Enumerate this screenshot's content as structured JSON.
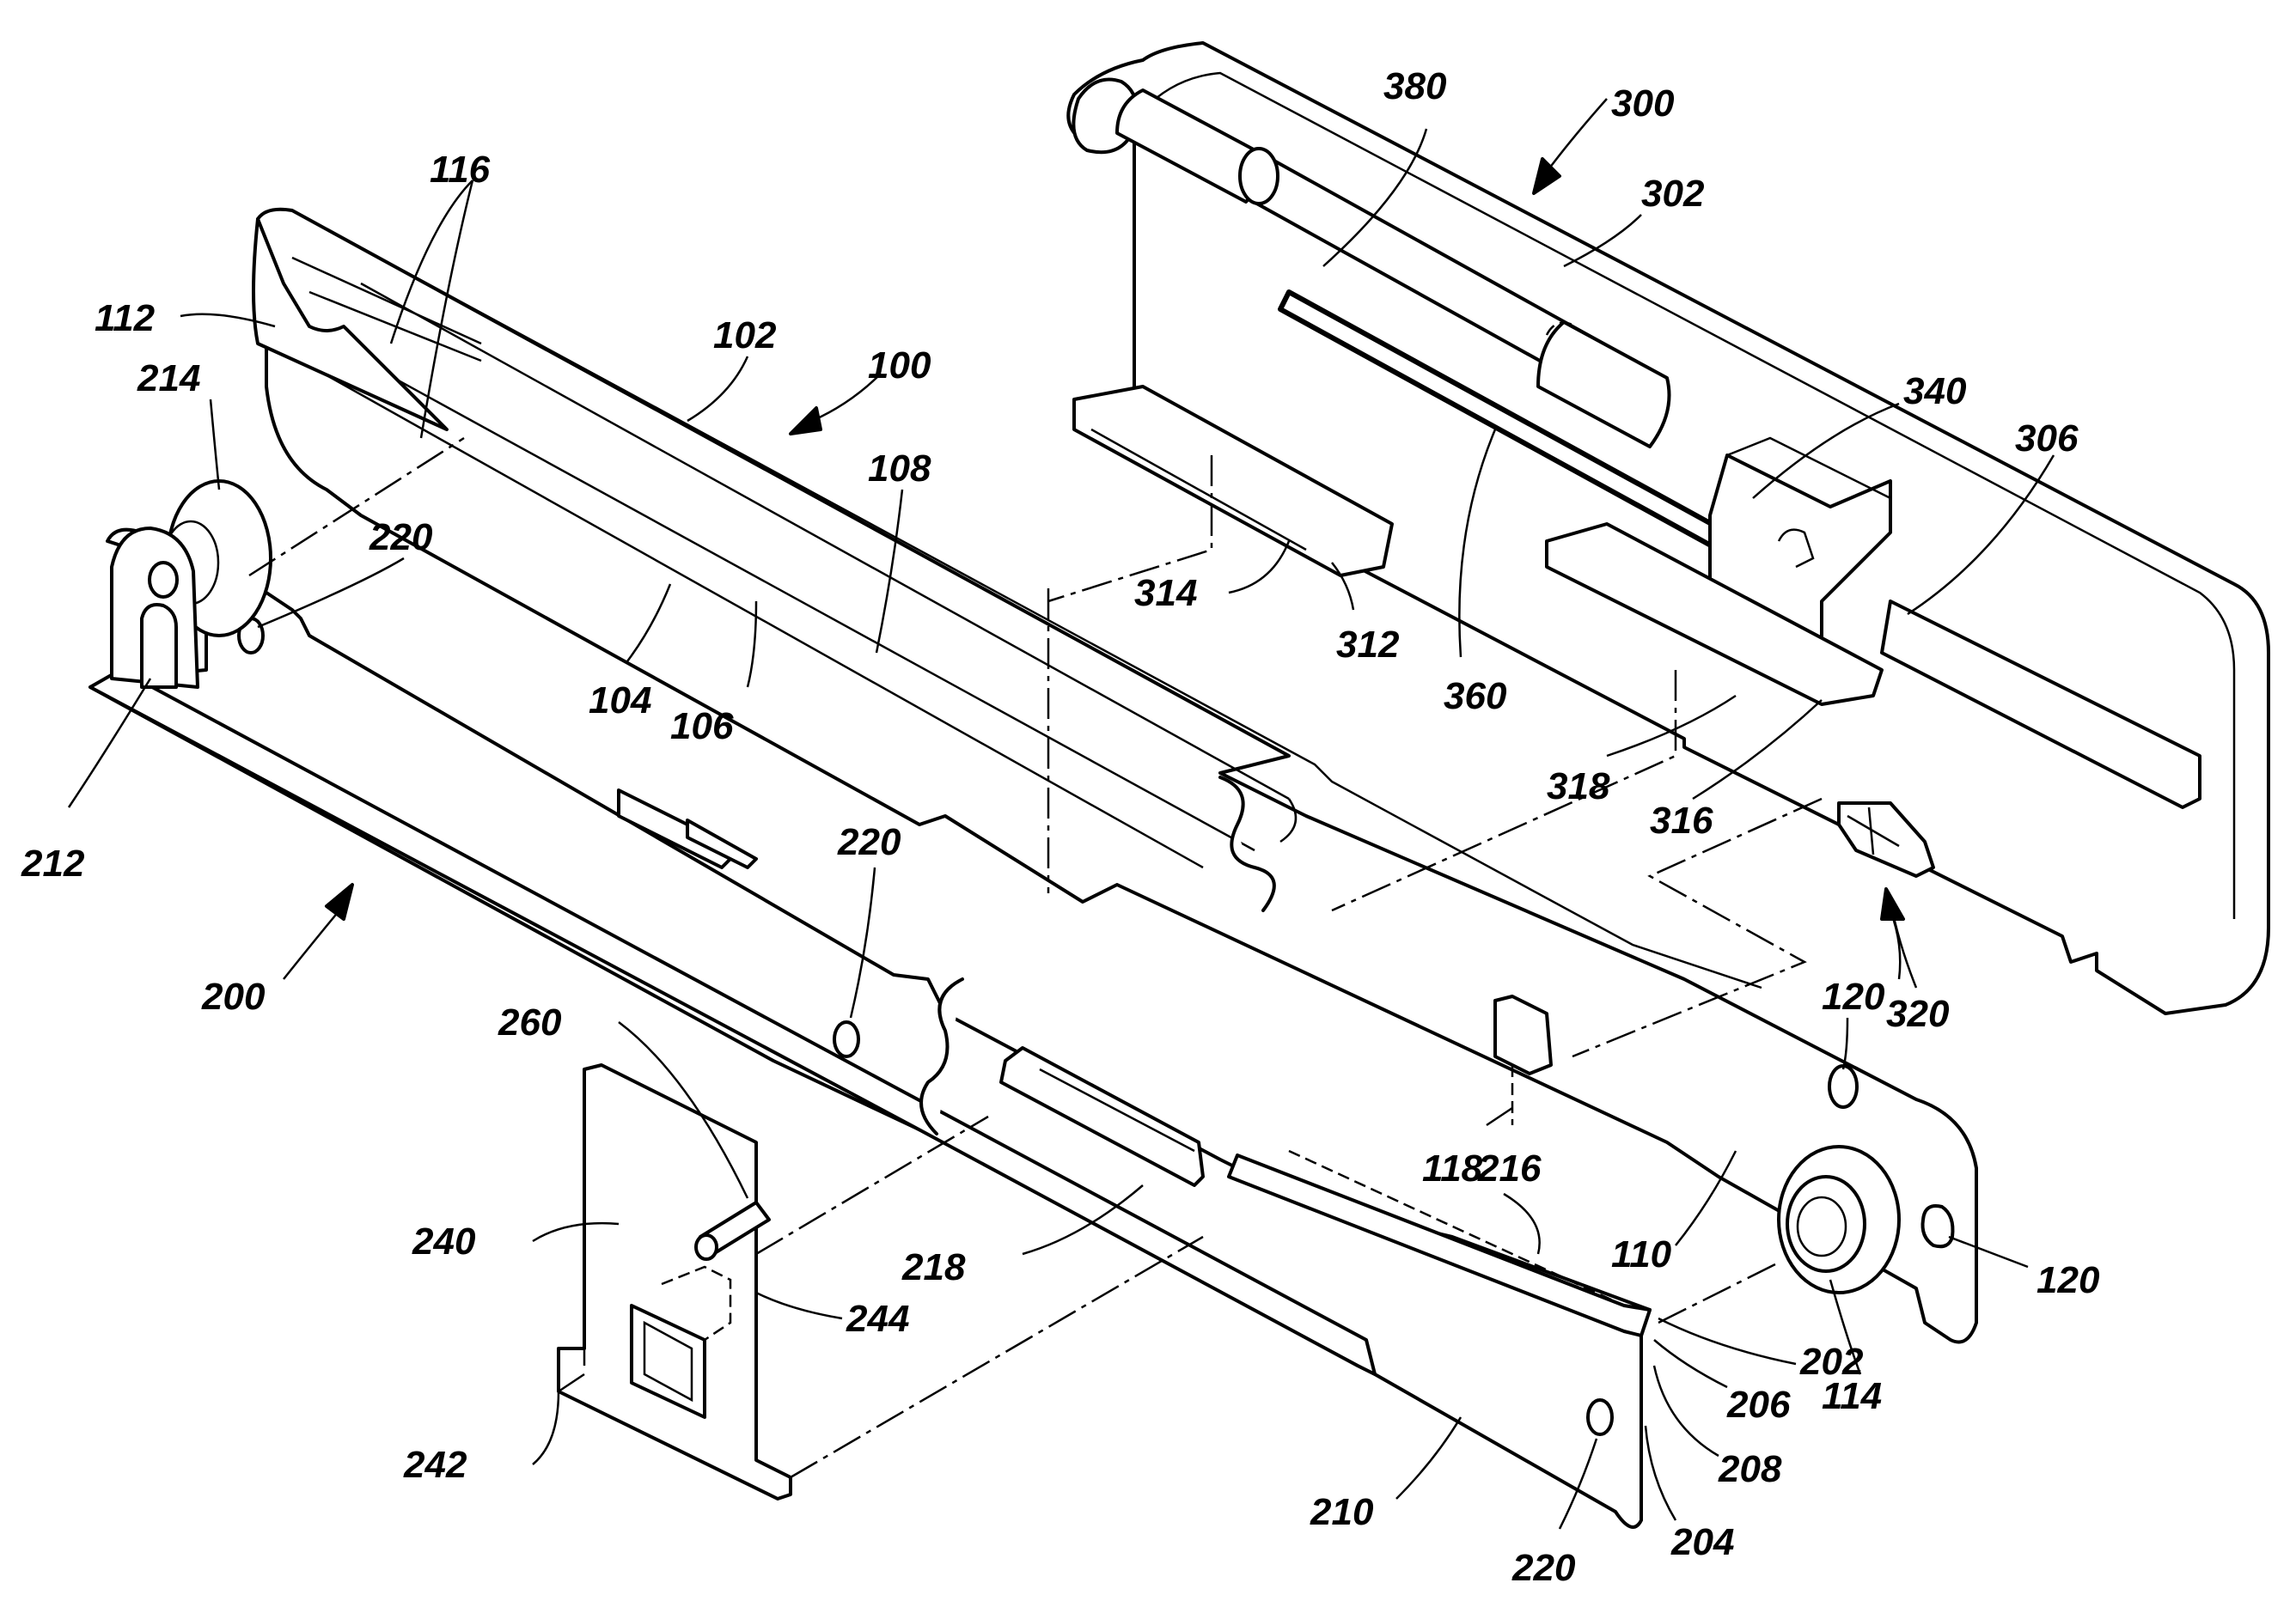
{
  "figure": {
    "background": "#ffffff",
    "ink": "#000000"
  },
  "labels": {
    "n100": "100",
    "n102": "102",
    "n104": "104",
    "n106": "106",
    "n108": "108",
    "n110": "110",
    "n112": "112",
    "n114": "114",
    "n116": "116",
    "n118": "118",
    "n120a": "120",
    "n120b": "120",
    "n200": "200",
    "n202": "202",
    "n204": "204",
    "n206": "206",
    "n208": "208",
    "n210": "210",
    "n212": "212",
    "n214": "214",
    "n216": "216",
    "n218": "218",
    "n220a": "220",
    "n220b": "220",
    "n220c": "220",
    "n240": "240",
    "n242": "242",
    "n244": "244",
    "n260": "260",
    "n300": "300",
    "n302": "302",
    "n306": "306",
    "n312": "312",
    "n314": "314",
    "n316": "316",
    "n318": "318",
    "n320": "320",
    "n340": "340",
    "n360": "360",
    "n380": "380"
  }
}
